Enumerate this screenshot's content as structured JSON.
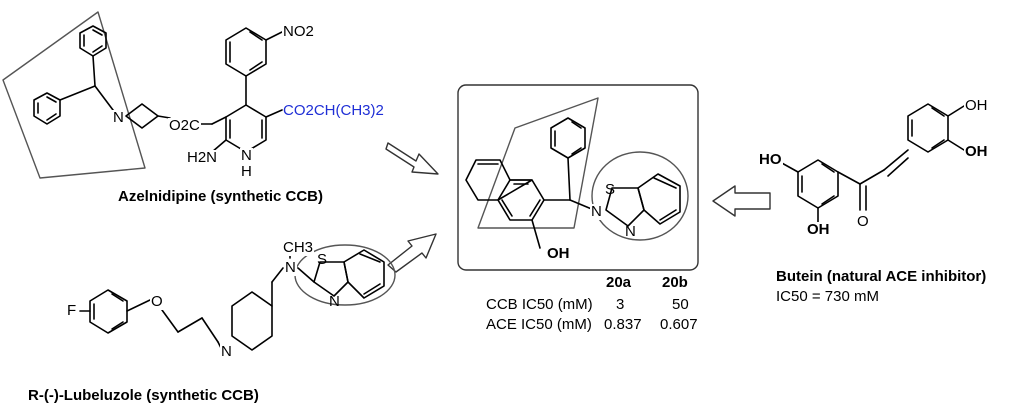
{
  "captions": {
    "azelnidipine": "Azelnidipine (synthetic CCB)",
    "lubeluzole": "R-(-)-Lubeluzole (synthetic CCB)",
    "butein": "Butein (natural ACE inhibitor)",
    "butein_ic50": "IC50 = 730 mM"
  },
  "atoms": {
    "no2": "NO2",
    "n_azetidine": "N",
    "o2c": "O2C",
    "ester_iso": "CO2CH(CH3)2",
    "h2n": "H2N",
    "nh_n": "N",
    "nh_h": "H",
    "f": "F",
    "o_ether": "O",
    "n_pip": "N",
    "ch3": "CH3",
    "n_amine": "N",
    "s_lub": "S",
    "n_lub": "N",
    "s_hyb": "S",
    "n_hyb": "N",
    "n_link": "N",
    "oh_hyb": "OH",
    "ho_butein": "HO",
    "oh_butein_top": "OH",
    "oh_butein_right": "OH",
    "oh_butein_bottom": "OH",
    "o_keto": "O"
  },
  "table": {
    "col_a": "20a",
    "col_b": "20b",
    "rows": [
      {
        "label": "CCB IC50 (mM)",
        "a": "3",
        "b": "50"
      },
      {
        "label": "ACE IC50 (mM)",
        "a": "0.837",
        "b": "0.607"
      }
    ]
  }
}
